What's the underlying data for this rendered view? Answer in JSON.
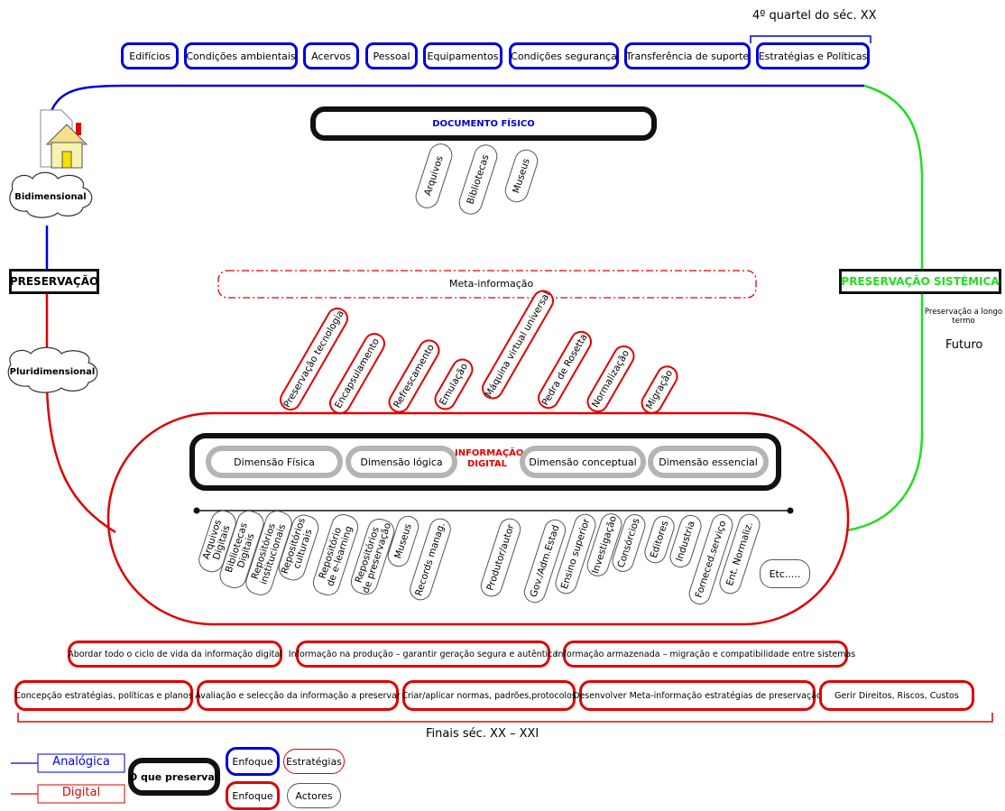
{
  "top_note": "4º quartel do séc. XX",
  "bottom_note": "Finais séc. XX – XXI",
  "top_row": [
    "Edifícios",
    "Condições ambientais",
    "Acervos",
    "Pessoal",
    "Equipamentos",
    "Condições segurança",
    "Transferência de suporte",
    "Estratégias e Políticas"
  ],
  "doc_fisico": "DOCUMENTO FÍSICO",
  "fisico_actors": [
    "Arquivos",
    "Bibliotecas",
    "Museus"
  ],
  "left_label": "PRESERVAÇÃO",
  "right_label": "PRESERVAÇÃO SISTÉMICA",
  "long_term": "Preservação a longo termo",
  "futuro": "Futuro",
  "bidimensional": "Bidimensional",
  "pluridimensional": "Pluridimensional",
  "meta": "Meta-informação",
  "strategies": [
    "Preservação tecnologia",
    "Encapsulamento",
    "Refrescamento",
    "Emulação",
    "Máquina virtual universal",
    "Pedra de Rosetta",
    "Normalização",
    "Migração"
  ],
  "info_digital": "INFORMAÇÃO DIGITAL",
  "dimensions": [
    "Dimensão Física",
    "Dimensão lógica",
    "Dimensão conceptual",
    "Dimensão essencial"
  ],
  "actors_left": [
    "Arquivos\nDigitais",
    "Bibliotecas\nDigitais",
    "Repositórios\ninstitucionais",
    "Repositórios\nculturais",
    "Repositório\nde e-learning",
    "Repositórios\nde preservação",
    "Museus",
    "Records manag."
  ],
  "actors_right": [
    "Produtor/autor",
    "Gov./Adm.Estad",
    "Ensino superior",
    "Investigação",
    "Consórcios",
    "Editores",
    "Industria",
    "Forneced.serviço",
    "Ent. Normaliz."
  ],
  "etc": "Etc.....",
  "bottom_row1": [
    "Abordar todo o ciclo de vida da informação digital",
    "Informação na produção – garantir geração segura e autêntica",
    "Informação armazenada – migração e compatibilidade entre sistemas"
  ],
  "bottom_row2": [
    "Concepção estratégias, políticas e planos",
    "Avaliação e selecção da informação a preservar",
    "Criar/aplicar normas, padrões,protocolos",
    "Desenvolver Meta-informação estratégias de preservação",
    "Gerir Direitos, Riscos, Custos"
  ],
  "legend": {
    "analogica": "Analógica",
    "digital": "Digital",
    "what": "O que preservar",
    "enfoque": "Enfoque",
    "estrategias": "Estratégias",
    "actores": "Actores"
  },
  "colors": {
    "analog": "#0000dd",
    "digital": "#e00000",
    "systemic": "#22dd22",
    "neutral": "#b4b4b4"
  }
}
